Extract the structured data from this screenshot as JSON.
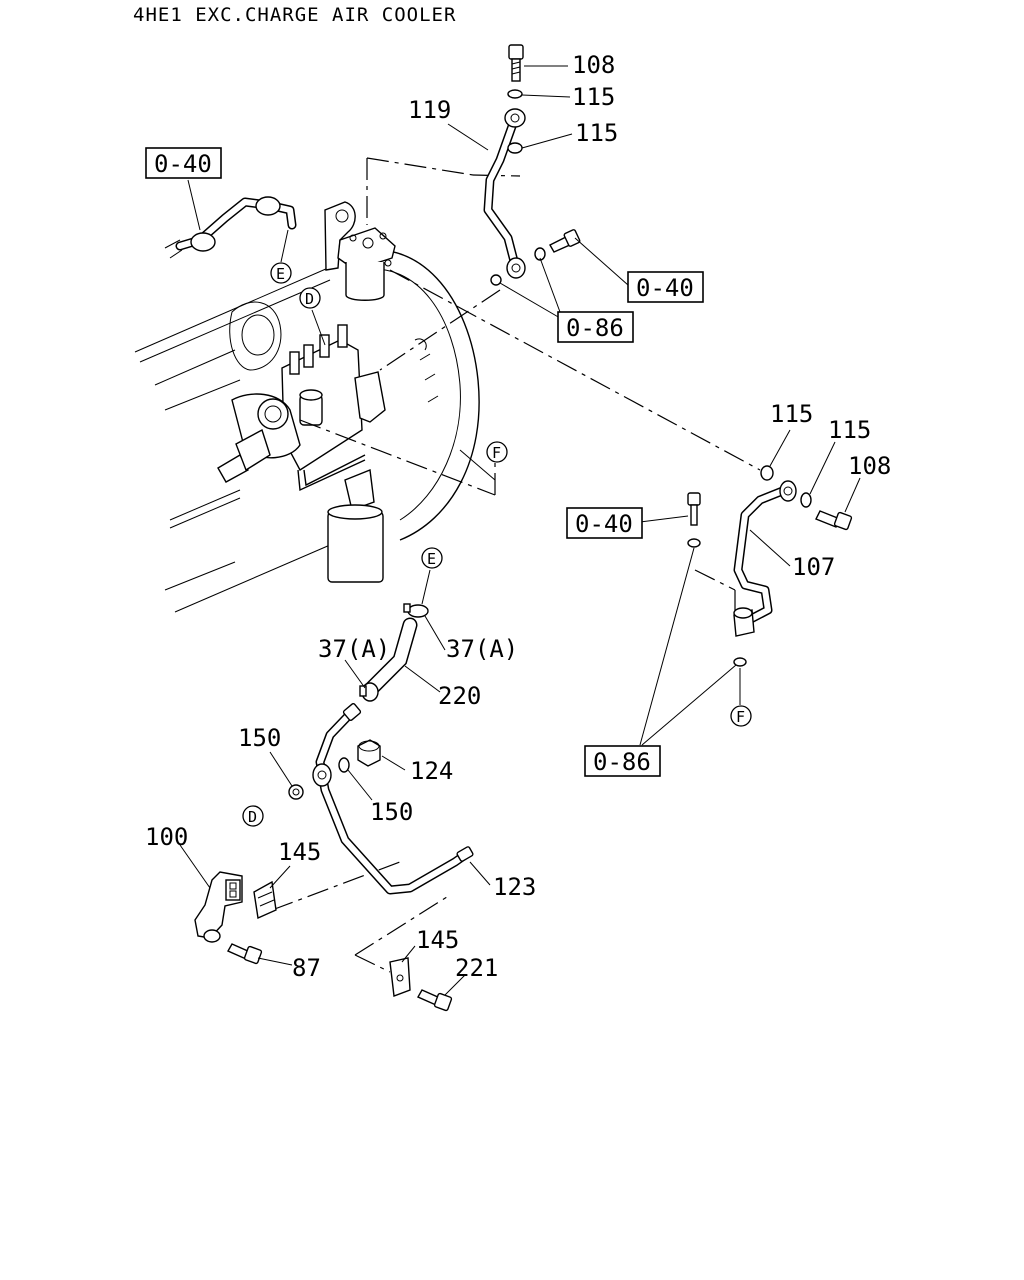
{
  "title": "4HE1 EXC.CHARGE AIR COOLER",
  "callouts": {
    "c108a": "108",
    "c115a": "115",
    "c115b": "115",
    "c119": "119",
    "c115c": "115",
    "c115d": "115",
    "c108b": "108",
    "c107": "107",
    "c37a": "37(A)",
    "c37b": "37(A)",
    "c220": "220",
    "c150a": "150",
    "c124": "124",
    "c150b": "150",
    "c100": "100",
    "c145a": "145",
    "c123": "123",
    "c87": "87",
    "c145b": "145",
    "c221": "221"
  },
  "refs": {
    "r040a": "0-40",
    "r040b": "0-40",
    "r086a": "0-86",
    "r040c": "0-40",
    "r086b": "0-86"
  },
  "connectors": {
    "e1": "E",
    "e2": "E",
    "d1": "D",
    "d2": "D",
    "f1": "F",
    "f2": "F"
  }
}
